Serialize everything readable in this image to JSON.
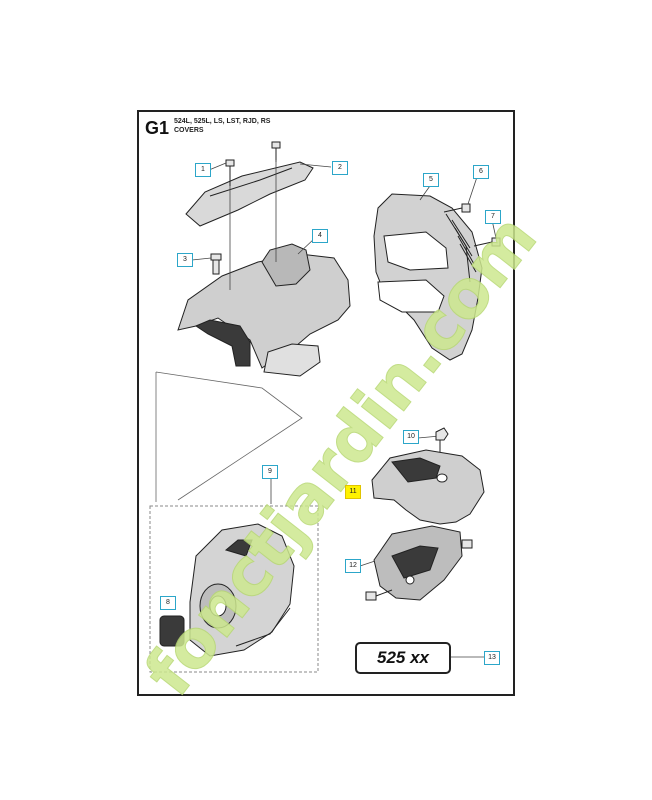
{
  "header": {
    "code": "G1",
    "models": "524L, 525L, LS, LST, RJD, RS",
    "title": "COVERS"
  },
  "callouts": [
    "1",
    "2",
    "3",
    "4",
    "5",
    "6",
    "7",
    "8",
    "9",
    "10",
    "11",
    "12",
    "13"
  ],
  "highlighted_callout": "11",
  "model_box": "525 xx",
  "watermark": "fonctjardin.com",
  "colors": {
    "callout_border": "#2ca6c9",
    "highlight": "#fff200",
    "watermark_green": "#cde88f",
    "watermark_orange": "#f6c79a",
    "line": "#222222"
  }
}
